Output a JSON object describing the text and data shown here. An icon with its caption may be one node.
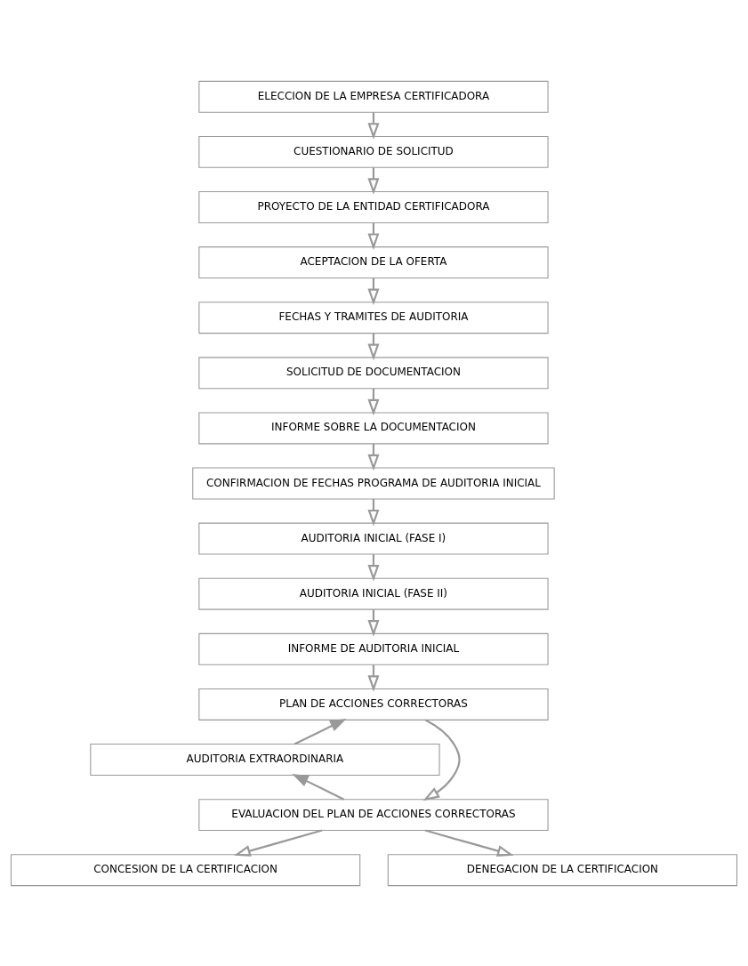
{
  "diagram": {
    "nodes": [
      {
        "text": [
          "ELECCION DE LA EMPRESA CERTIFICADORA"
        ]
      },
      {
        "text": [
          "CUESTIONARIO DE SOLICITUD"
        ]
      },
      {
        "text": [
          "PROYECTO DE LA ENTIDAD CERTIFICADORA"
        ]
      },
      {
        "text": [
          "ACEPTACION DE LA OFERTA"
        ]
      },
      {
        "text": [
          "FECHAS Y TRAMITES DE AUDITORIA"
        ]
      },
      {
        "text": [
          "SOLICITUD DE DOCUMENTACION"
        ]
      },
      {
        "text": [
          "INFORME SOBRE LA DOCUMENTACION"
        ]
      },
      {
        "text": [
          "CONFIRMACION DE FECHAS PROGRAMA DE AUDITORIA INICIAL"
        ]
      },
      {
        "text": [
          "AUDITORIA INICIAL (FASE I)"
        ]
      },
      {
        "text": [
          "AUDITORIA INICIAL (FASE II)"
        ]
      },
      {
        "text": [
          "INFORME DE AUDITORIA INICIAL"
        ]
      },
      {
        "text": [
          "PLAN DE ACCIONES CORRECTORAS"
        ]
      },
      {
        "text": [
          "AUDITORIA EXTRAORDINARIA"
        ]
      },
      {
        "text": [
          "EVALUACION DEL PLAN DE ACCIONES CORRECTORAS"
        ]
      },
      {
        "text": [
          "CONCESION DE LA CERTIFICACION"
        ]
      },
      {
        "text": [
          "DENEGACION DE LA CERTIFICACION"
        ]
      }
    ],
    "edges": [
      {
        "from": 0,
        "to": 1,
        "arrow": "to"
      },
      {
        "from": 1,
        "to": 2,
        "arrow": "to"
      },
      {
        "from": 2,
        "to": 3,
        "arrow": "to"
      },
      {
        "from": 3,
        "to": 4,
        "arrow": "to"
      },
      {
        "from": 4,
        "to": 5,
        "arrow": "to"
      },
      {
        "from": 5,
        "to": 6,
        "arrow": "to"
      },
      {
        "from": 6,
        "to": 7,
        "arrow": "to"
      },
      {
        "from": 7,
        "to": 8,
        "arrow": "to"
      },
      {
        "from": 8,
        "to": 9,
        "arrow": "to"
      },
      {
        "from": 9,
        "to": 10,
        "arrow": "to"
      },
      {
        "from": 10,
        "to": 11,
        "arrow": "to"
      },
      {
        "from": 11,
        "to": 13,
        "arrow": "to"
      },
      {
        "from": 13,
        "to": 14,
        "arrow": "to"
      },
      {
        "from": 13,
        "to": 15,
        "arrow": "to"
      },
      {
        "from": 13,
        "to": 12,
        "arrow": "to"
      },
      {
        "from": 12,
        "to": 11,
        "arrow": "to"
      }
    ]
  }
}
